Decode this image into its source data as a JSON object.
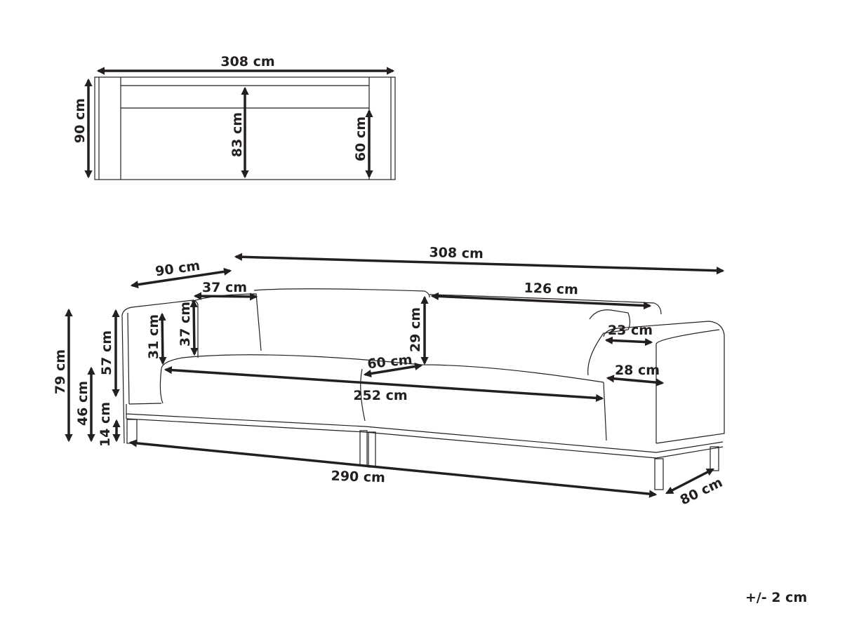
{
  "diagram": {
    "type": "furniture-dimension-drawing",
    "subject": "sofa",
    "views": [
      "top-view",
      "perspective-view"
    ],
    "top_view": {
      "width_label": "308 cm",
      "depth_label": "90 cm",
      "seat_depth_label": "83 cm",
      "armrest_depth_label": "60 cm"
    },
    "perspective_view": {
      "total_width_label": "308 cm",
      "total_depth_label": "90 cm",
      "backrest_cushion_width_label": "37 cm",
      "backrest_cushion_height_label": "37 cm",
      "armrest_inner_height_label": "31 cm",
      "back_cushion_width_label": "126 cm",
      "back_cushion_height_label": "29 cm",
      "seat_depth_label": "60 cm",
      "seat_width_label": "252  cm",
      "armrest_top_width_label": "23 cm",
      "armrest_width_label": "28 cm",
      "total_height_label": "79 cm",
      "armrest_height_label": "57 cm",
      "seat_height_label": "46 cm",
      "leg_height_label": "14 cm",
      "base_width_label": "290 cm",
      "base_depth_label": "80 cm"
    },
    "tolerance_label": "+/- 2 cm"
  }
}
